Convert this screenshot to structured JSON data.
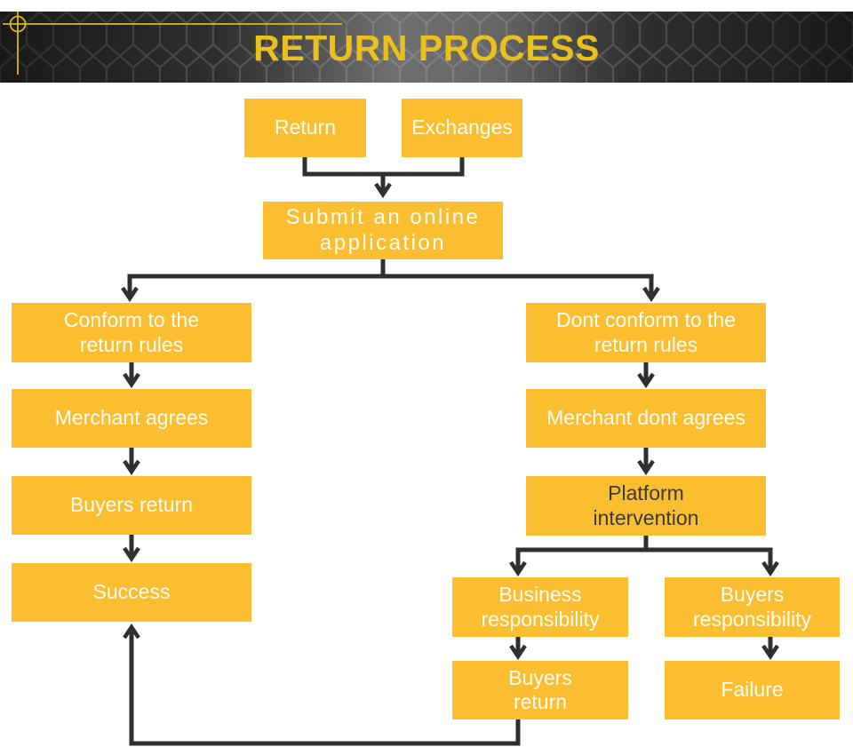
{
  "header": {
    "title": "RETURN PROCESS"
  },
  "colors": {
    "accent": "#E9C01E",
    "header_bg": "#2B2B2B",
    "node_fill": "#FBBE30",
    "node_text": "#FDFCF5",
    "node_text_dark": "#3A3A3A",
    "connector": "#2F2F2F"
  },
  "nodes": {
    "return": {
      "label": "Return"
    },
    "exchanges": {
      "label": "Exchanges"
    },
    "submit": {
      "label": "Submit an online\napplication"
    },
    "conform": {
      "label": "Conform to the\nreturn rules"
    },
    "dont_conform": {
      "label": "Dont conform to the\nreturn rules"
    },
    "merchant_agrees": {
      "label": "Merchant agrees"
    },
    "merchant_dont_agrees": {
      "label": "Merchant dont agrees"
    },
    "buyers_return": {
      "label": "Buyers return"
    },
    "platform": {
      "label": "Platform\nintervention"
    },
    "success": {
      "label": "Success"
    },
    "business_resp": {
      "label": "Business\nresponsibility"
    },
    "buyers_resp": {
      "label": "Buyers\nresponsibility"
    },
    "buyers_return2": {
      "label": "Buyers\nreturn"
    },
    "failure": {
      "label": "Failure"
    }
  },
  "edges": [
    {
      "from": "return",
      "to": "submit"
    },
    {
      "from": "exchanges",
      "to": "submit"
    },
    {
      "from": "submit",
      "to": "conform"
    },
    {
      "from": "submit",
      "to": "dont_conform"
    },
    {
      "from": "conform",
      "to": "merchant_agrees"
    },
    {
      "from": "merchant_agrees",
      "to": "buyers_return"
    },
    {
      "from": "buyers_return",
      "to": "success"
    },
    {
      "from": "dont_conform",
      "to": "merchant_dont_agrees"
    },
    {
      "from": "merchant_dont_agrees",
      "to": "platform"
    },
    {
      "from": "platform",
      "to": "business_resp"
    },
    {
      "from": "platform",
      "to": "buyers_resp"
    },
    {
      "from": "business_resp",
      "to": "buyers_return2"
    },
    {
      "from": "buyers_resp",
      "to": "failure"
    },
    {
      "from": "buyers_return2",
      "to": "success"
    }
  ]
}
